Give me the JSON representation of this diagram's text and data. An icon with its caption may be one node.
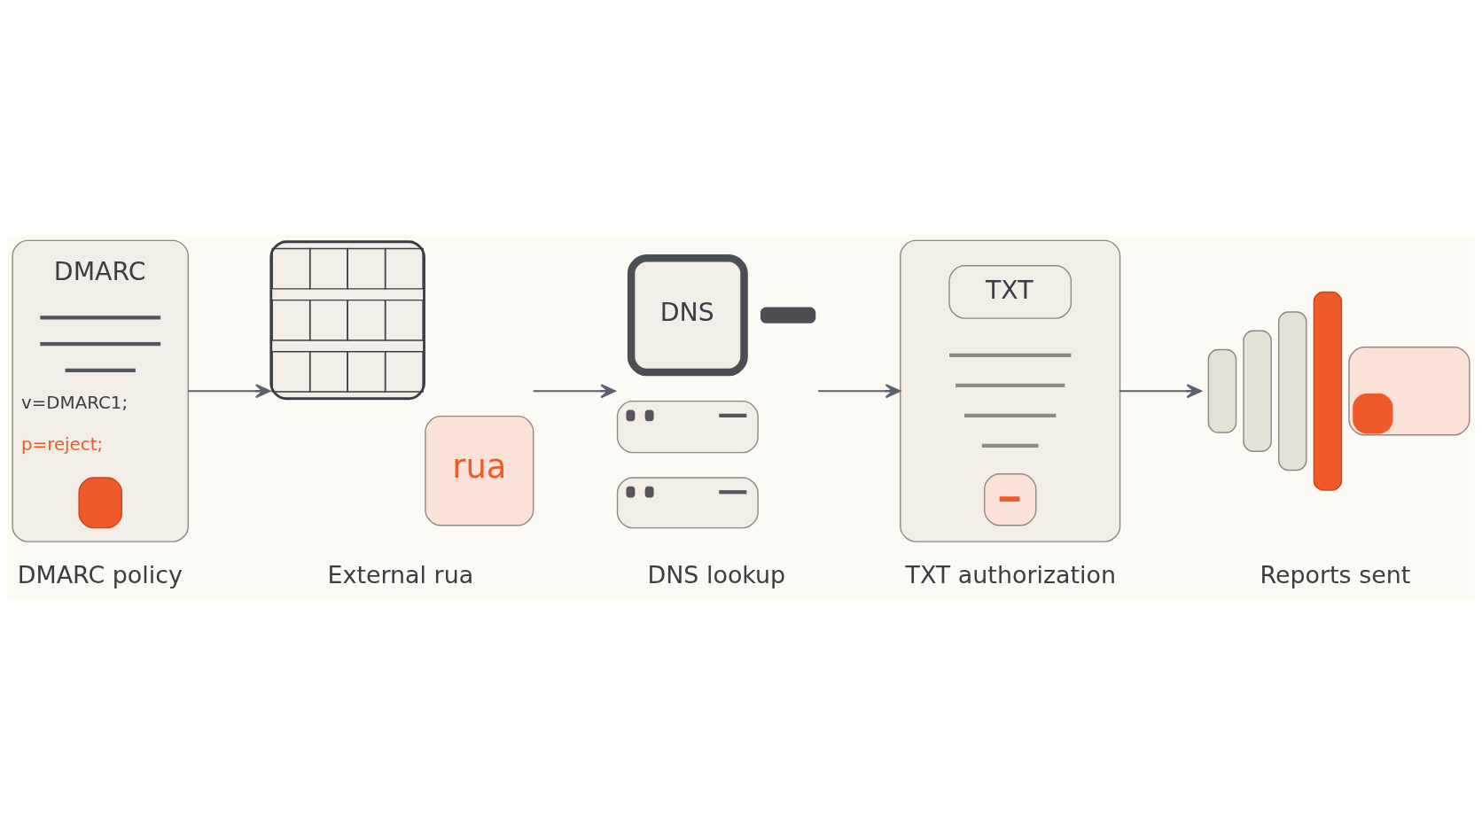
{
  "diagram": {
    "nodes": [
      {
        "text": [
          "DMARC",
          "v=DMARC1;",
          "p=reject;"
        ],
        "beside": [
          "DMARC policy"
        ]
      },
      {
        "text": [
          "rua"
        ],
        "beside": [
          "External rua"
        ]
      },
      {
        "text": [
          "DNS"
        ],
        "beside": [
          "DNS lookup"
        ]
      },
      {
        "text": [
          "TXT"
        ],
        "beside": [
          "TXT authorization"
        ]
      },
      {
        "text": [],
        "shape": "picture",
        "beside": [
          "Reports sent"
        ]
      }
    ],
    "edges": [
      {
        "from": 0,
        "to": 1,
        "arrow": "to"
      },
      {
        "from": 1,
        "to": 2,
        "arrow": "to"
      },
      {
        "from": 2,
        "to": 3,
        "arrow": "to"
      },
      {
        "from": 3,
        "to": 4,
        "arrow": "to"
      }
    ]
  }
}
